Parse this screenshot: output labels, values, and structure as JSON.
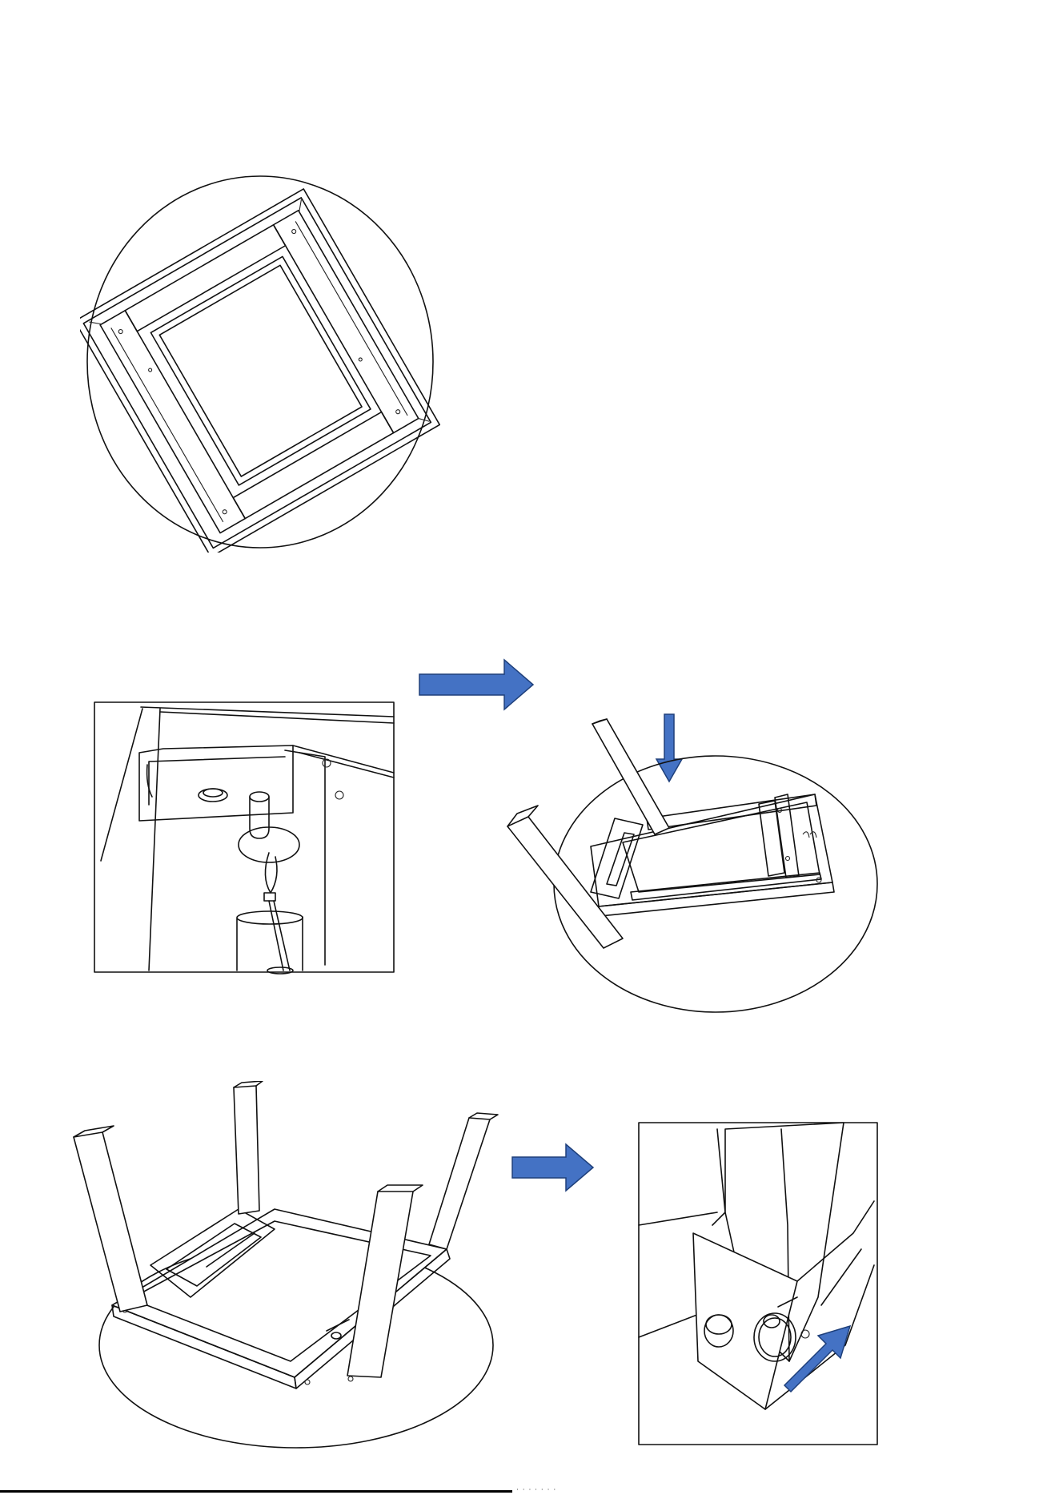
{
  "colors": {
    "accent": "#4472c4",
    "line": "#111111",
    "background": "#ffffff"
  },
  "figures": [
    {
      "name": "table-frame-top-view",
      "icon": "table-frame-icon"
    },
    {
      "name": "leg-bracket-pin-closeup",
      "icon": "bracket-pin-icon"
    },
    {
      "name": "two-legs-unfolding",
      "icon": "table-legs-icon"
    },
    {
      "name": "four-legs-upright",
      "icon": "table-legs-icon"
    },
    {
      "name": "leg-locked-closeup",
      "icon": "locking-pin-icon"
    }
  ],
  "arrows": [
    {
      "name": "right-arrow-step-2",
      "direction": "right"
    },
    {
      "name": "down-arrow-leg-fold",
      "direction": "down"
    },
    {
      "name": "right-arrow-step-3",
      "direction": "right"
    },
    {
      "name": "diagonal-arrow-lock",
      "direction": "up-right"
    }
  ],
  "footer": {
    "text": "· · · · · · ·"
  }
}
